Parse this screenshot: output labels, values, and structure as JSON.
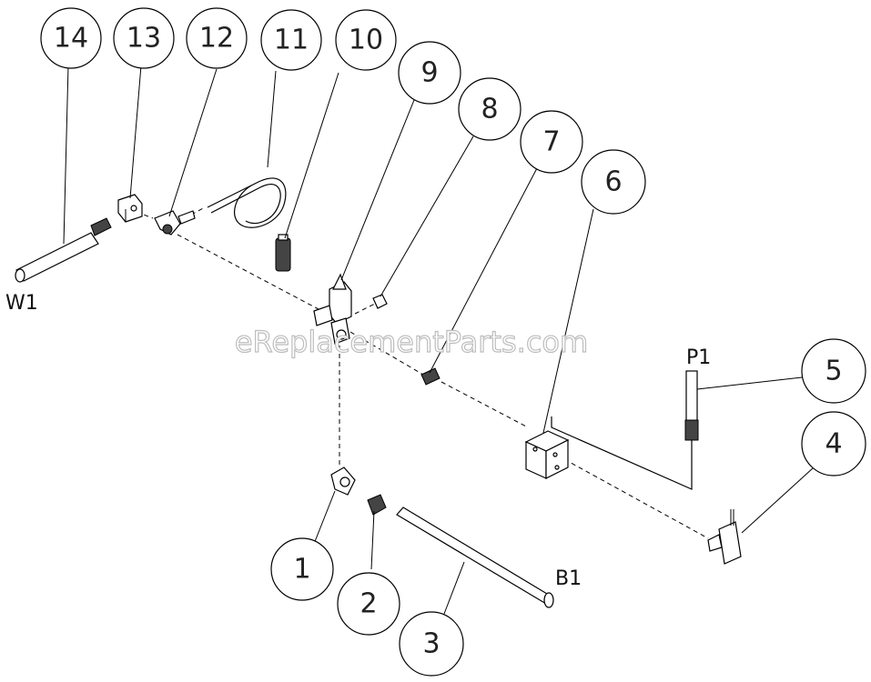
{
  "callouts": [
    "14",
    "13",
    "12",
    "11",
    "10",
    "9",
    "8",
    "7",
    "6",
    "5",
    "4",
    "1",
    "2",
    "3"
  ],
  "port_labels": {
    "w1": "W1",
    "p1": "P1",
    "b1": "B1"
  },
  "watermark": "eReplacementParts.com"
}
